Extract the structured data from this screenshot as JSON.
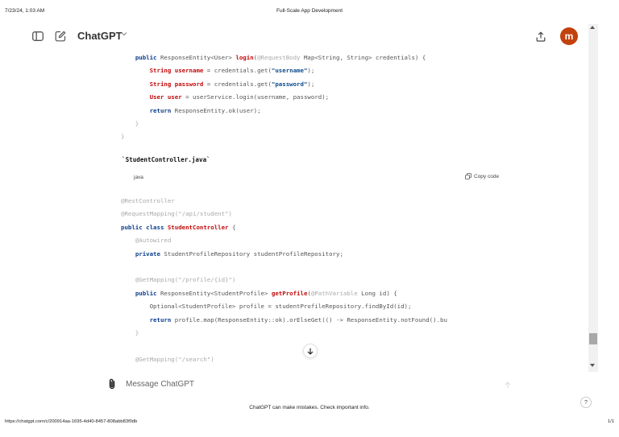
{
  "print_header": {
    "timestamp": "7/23/24, 1:03 AM",
    "page_title": "Full-Scale App Development"
  },
  "topbar": {
    "brand": "ChatGPT",
    "avatar_letter": "m",
    "icons": {
      "sidebar": "sidebar-icon",
      "new_chat": "compose-icon",
      "model_menu": "chevron-down-icon",
      "share": "share-icon"
    },
    "avatar_color": "#c2410c"
  },
  "code_block_1": {
    "lines": [
      "    public ResponseEntity<User> login(@RequestBody Map<String, String> credentials) {",
      "        String username = credentials.get(\"username\");",
      "        String password = credentials.get(\"password\");",
      "        User user = userService.login(username, password);",
      "        return ResponseEntity.ok(user);",
      "    }",
      "}"
    ]
  },
  "file_title": "`StudentController.java`",
  "code_block_2": {
    "language": "java",
    "copy_label": "Copy code",
    "lines": [
      "@RestController",
      "@RequestMapping(\"/api/student\")",
      "public class StudentController {",
      "    @Autowired",
      "    private StudentProfileRepository studentProfileRepository;",
      "",
      "    @GetMapping(\"/profile/{id}\")",
      "    public ResponseEntity<StudentProfile> getProfile(@PathVariable Long id) {",
      "        Optional<StudentProfile> profile = studentProfileRepository.findById(id);",
      "        return profile.map(ResponseEntity::ok).orElseGet(() -> ResponseEntity.notFound().bu",
      "    }",
      "",
      "    @GetMapping(\"/search\")"
    ]
  },
  "composer": {
    "placeholder": "Message ChatGPT"
  },
  "disclaimer": "ChatGPT can make mistakes. Check important info.",
  "help_label": "?",
  "print_footer": {
    "url": "https://chatgpt.com/c/200914aa-1695-4d40-8457-808abb83f0db",
    "page": "1/1"
  }
}
